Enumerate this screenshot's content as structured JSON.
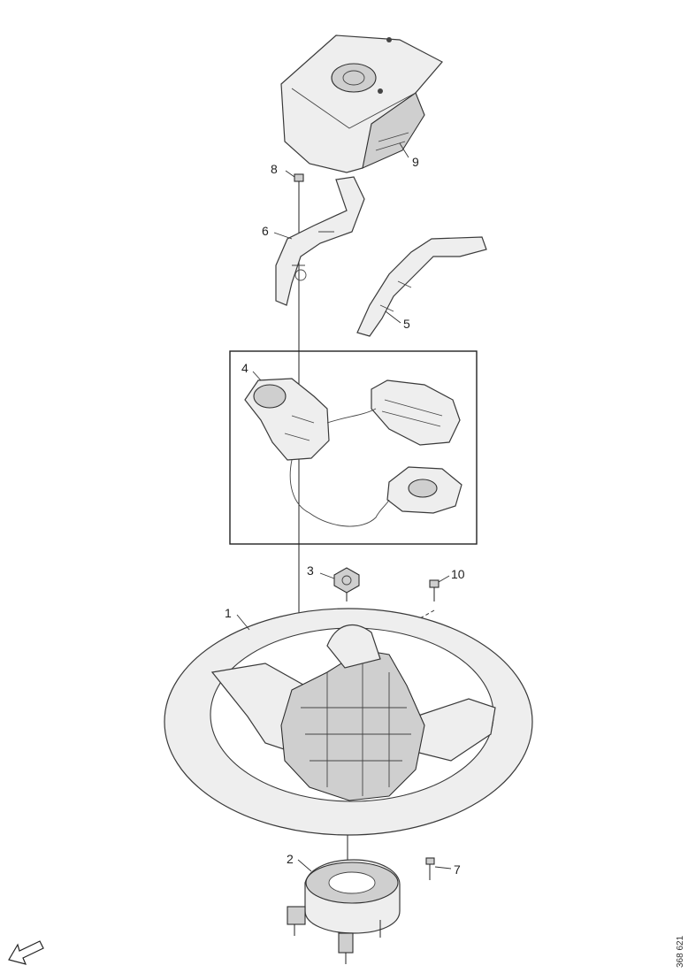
{
  "callouts": {
    "part_1": "1",
    "part_2": "2",
    "part_3": "3",
    "part_4": "4",
    "part_5": "5",
    "part_6": "6",
    "part_7": "7",
    "part_8": "8",
    "part_9": "9",
    "part_10": "10"
  },
  "figure_reference": "368 621",
  "icons": {
    "orientation_arrow": "direction-arrow-icon"
  }
}
